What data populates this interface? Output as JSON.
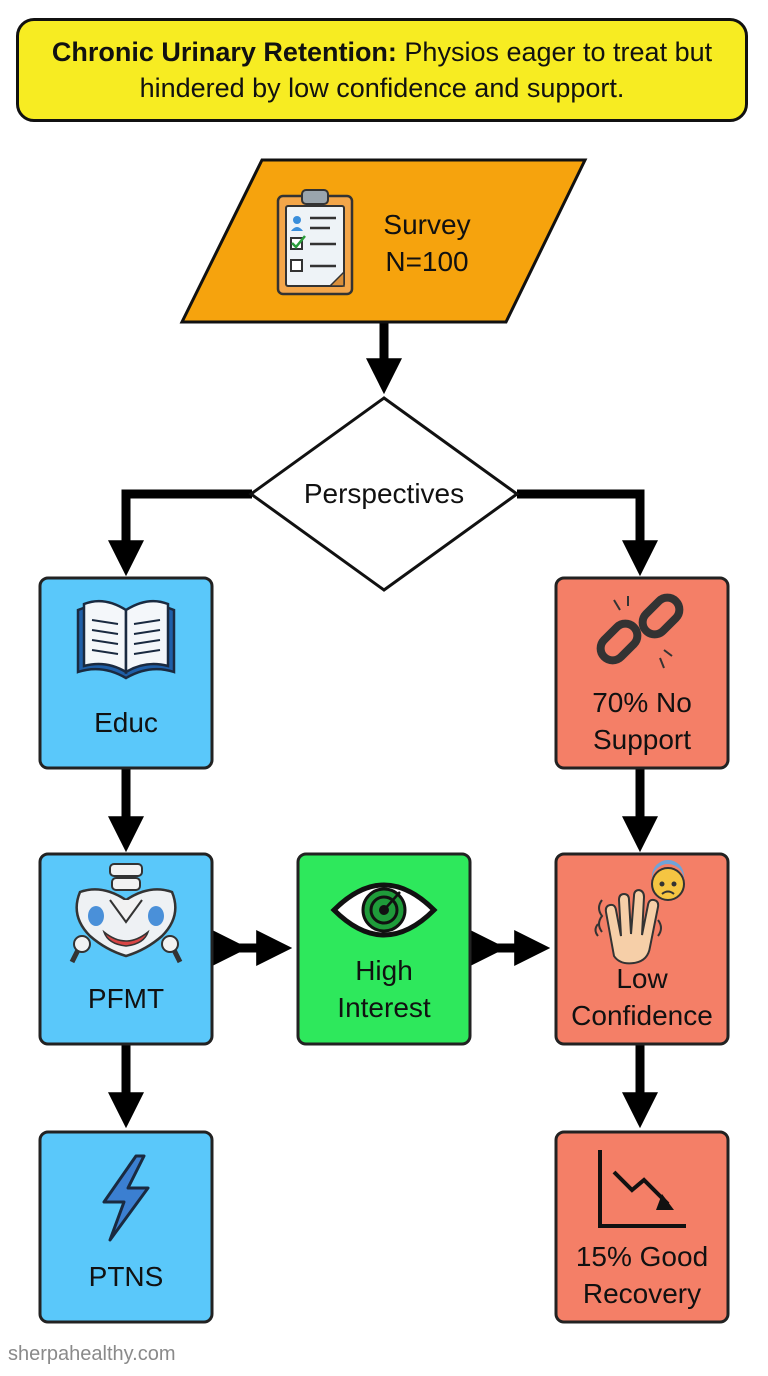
{
  "header": {
    "title_bold": "Chronic Urinary Retention:",
    "title_rest": " Physios eager to treat but hindered by low confidence and support."
  },
  "nodes": {
    "survey": {
      "line1": "Survey",
      "line2": "N=100",
      "icon": "clipboard-icon",
      "color": "#f6a30d"
    },
    "perspectives": {
      "label": "Perspectives",
      "color": "#ffffff"
    },
    "educ": {
      "label": "Educ",
      "icon": "book-icon",
      "color": "#5ac8fa"
    },
    "pfmt": {
      "label": "PFMT",
      "icon": "pelvis-icon",
      "color": "#5ac8fa"
    },
    "ptns": {
      "label": "PTNS",
      "icon": "lightning-icon",
      "color": "#5ac8fa"
    },
    "high_interest": {
      "line1": "High",
      "line2": "Interest",
      "icon": "eye-target-icon",
      "color": "#2ee85c"
    },
    "no_support": {
      "line1": "70% No",
      "line2": "Support",
      "icon": "broken-chain-icon",
      "color": "#f47f67"
    },
    "low_confidence": {
      "line1": "Low",
      "line2": "Confidence",
      "icon": "shaking-hand-icon",
      "color": "#f47f67"
    },
    "good_recovery": {
      "line1": "15% Good",
      "line2": "Recovery",
      "icon": "declining-chart-icon",
      "color": "#f47f67"
    }
  },
  "footer": {
    "watermark": "sherpahealthy.com"
  }
}
